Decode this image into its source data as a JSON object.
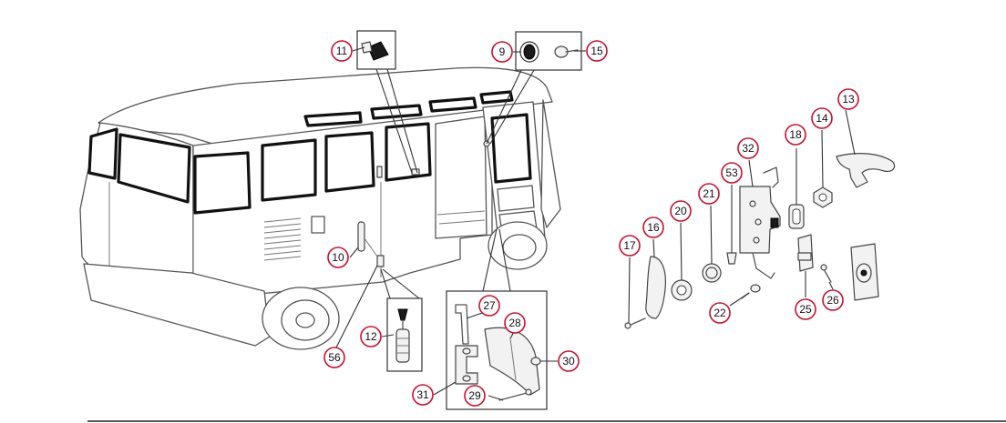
{
  "diagram": {
    "callouts": [
      {
        "id": "c11",
        "label": "11"
      },
      {
        "id": "c9",
        "label": "9"
      },
      {
        "id": "c15",
        "label": "15"
      },
      {
        "id": "c10",
        "label": "10"
      },
      {
        "id": "c12",
        "label": "12"
      },
      {
        "id": "c56",
        "label": "56"
      },
      {
        "id": "c27",
        "label": "27"
      },
      {
        "id": "c28",
        "label": "28"
      },
      {
        "id": "c30",
        "label": "30"
      },
      {
        "id": "c31",
        "label": "31"
      },
      {
        "id": "c29",
        "label": "29"
      },
      {
        "id": "c13",
        "label": "13"
      },
      {
        "id": "c14",
        "label": "14"
      },
      {
        "id": "c18",
        "label": "18"
      },
      {
        "id": "c32",
        "label": "32"
      },
      {
        "id": "c53",
        "label": "53"
      },
      {
        "id": "c21",
        "label": "21"
      },
      {
        "id": "c20",
        "label": "20"
      },
      {
        "id": "c16",
        "label": "16"
      },
      {
        "id": "c17",
        "label": "17"
      },
      {
        "id": "c22",
        "label": "22"
      },
      {
        "id": "c25",
        "label": "25"
      },
      {
        "id": "c26",
        "label": "26"
      }
    ],
    "accent_color": "#c8102e",
    "line_color": "#555555"
  }
}
